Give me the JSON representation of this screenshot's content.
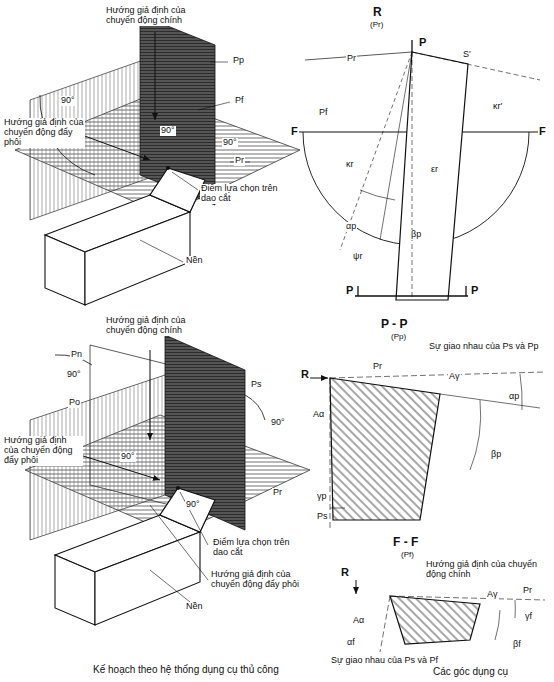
{
  "diagram": {
    "labels": [
      "Hướng giả định của chuyển động chính",
      "Pp",
      "90°",
      "Pf",
      "Hướng giả định của chuyển động đẩy phôi",
      "90°",
      "90°",
      "Pr",
      "Điểm lựa chọn trên dao cắt",
      "Nền",
      "R",
      "(Pr)",
      "P",
      "S'",
      "Pr",
      "Pf",
      "F",
      "F",
      "κr'",
      "κr",
      "εr",
      "αp",
      "βp",
      "ψr",
      "P",
      "P",
      "P - P",
      "(Pp)",
      "Sự giao nhau của Ps và Pp",
      "R",
      "Pr",
      "Aγ",
      "αp",
      "Aα",
      "βp",
      "γp",
      "Ps",
      "F - F",
      "(Pf)",
      "R",
      "Hướng giả định của chuyển động chính",
      "Aγ",
      "Pr",
      "γf",
      "βf",
      "Aα",
      "αf",
      "Sự giao nhau của Ps và Pf",
      "Hướng giả định của chuyển động chính",
      "Pn",
      "90°",
      "Po",
      "Ps",
      "90°",
      "Hướng giả định của chuyển động đẩy phôi",
      "90°",
      "90°",
      "Pr",
      "Điểm lựa chọn trên dao cắt",
      "Hướng giả định của chuyển động đẩy phôi",
      "Nền",
      "Kế hoạch theo hệ thống dụng cụ thủ công",
      "Các góc dụng cụ"
    ]
  }
}
